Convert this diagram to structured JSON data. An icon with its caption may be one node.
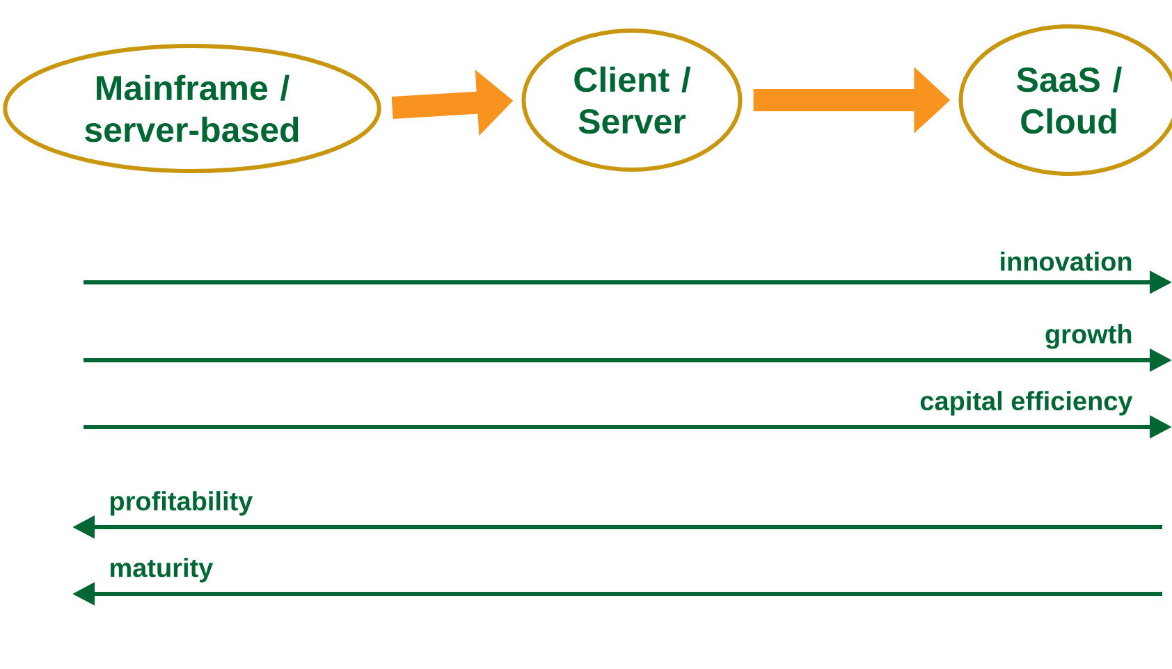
{
  "diagram": {
    "nodes": [
      {
        "text": [
          "Mainframe / server-based"
        ]
      },
      {
        "text": [
          "Client / Server"
        ]
      },
      {
        "text": [
          "SaaS / Cloud"
        ]
      }
    ],
    "edges": [
      {
        "from": 0,
        "to": 1,
        "arrow": "to"
      },
      {
        "from": 1,
        "to": 2,
        "arrow": "to"
      }
    ],
    "labels": [
      "innovation",
      "growth",
      "capital efficiency",
      "profitability",
      "maturity"
    ]
  }
}
